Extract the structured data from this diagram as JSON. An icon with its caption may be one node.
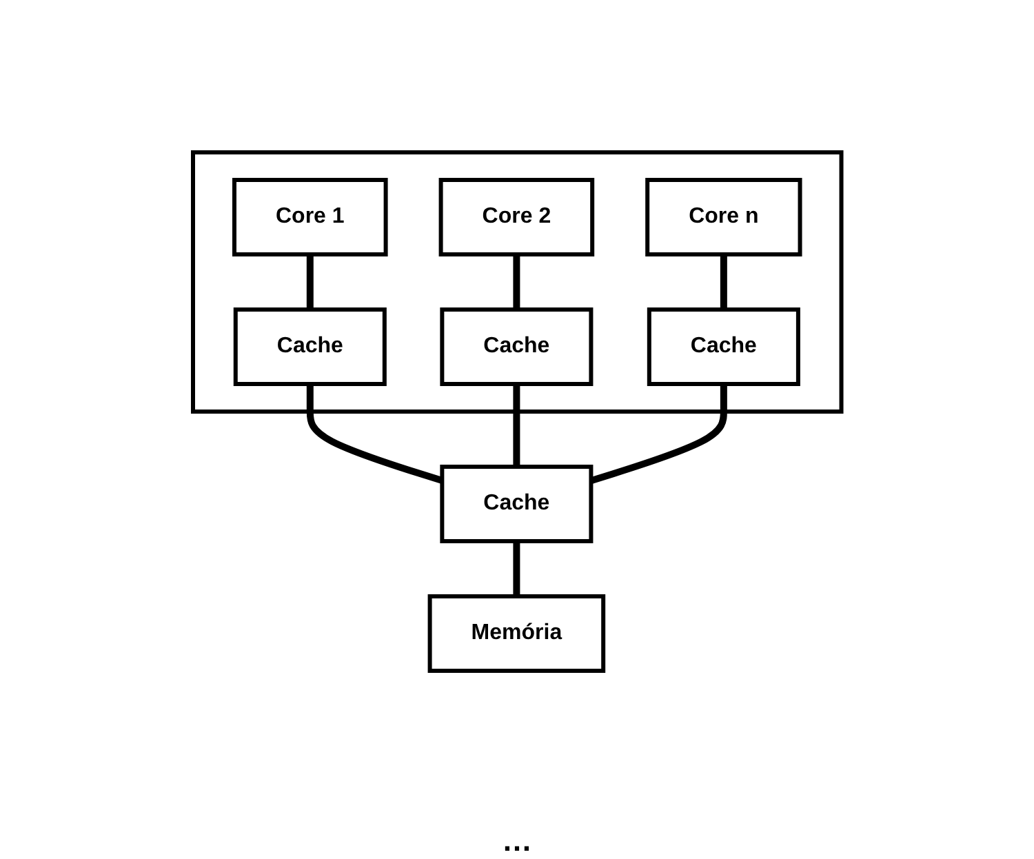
{
  "diagram": {
    "nodes": [
      {
        "text": [],
        "shape": "box"
      },
      {
        "text": [
          "Core 1"
        ],
        "in": 0
      },
      {
        "text": [
          "Core 2"
        ],
        "in": 0
      },
      {
        "text": [
          "Core n"
        ],
        "in": 0
      },
      {
        "text": [
          "Cache"
        ],
        "in": 0
      },
      {
        "text": [
          "Cache"
        ],
        "in": 0
      },
      {
        "text": [
          "Cache"
        ],
        "in": 0
      },
      {
        "text": [
          "Cache"
        ]
      },
      {
        "text": [
          "Memória"
        ]
      }
    ],
    "edges": [
      {
        "from": 1,
        "to": 4,
        "arrow": "none"
      },
      {
        "from": 2,
        "to": 5,
        "arrow": "none"
      },
      {
        "from": 3,
        "to": 6,
        "arrow": "none"
      },
      {
        "from": 4,
        "to": 7,
        "arrow": "none"
      },
      {
        "from": 5,
        "to": 7,
        "arrow": "none"
      },
      {
        "from": 6,
        "to": 7,
        "arrow": "none"
      },
      {
        "from": 7,
        "to": 8,
        "arrow": "none"
      }
    ],
    "labels": [
      "…"
    ]
  }
}
